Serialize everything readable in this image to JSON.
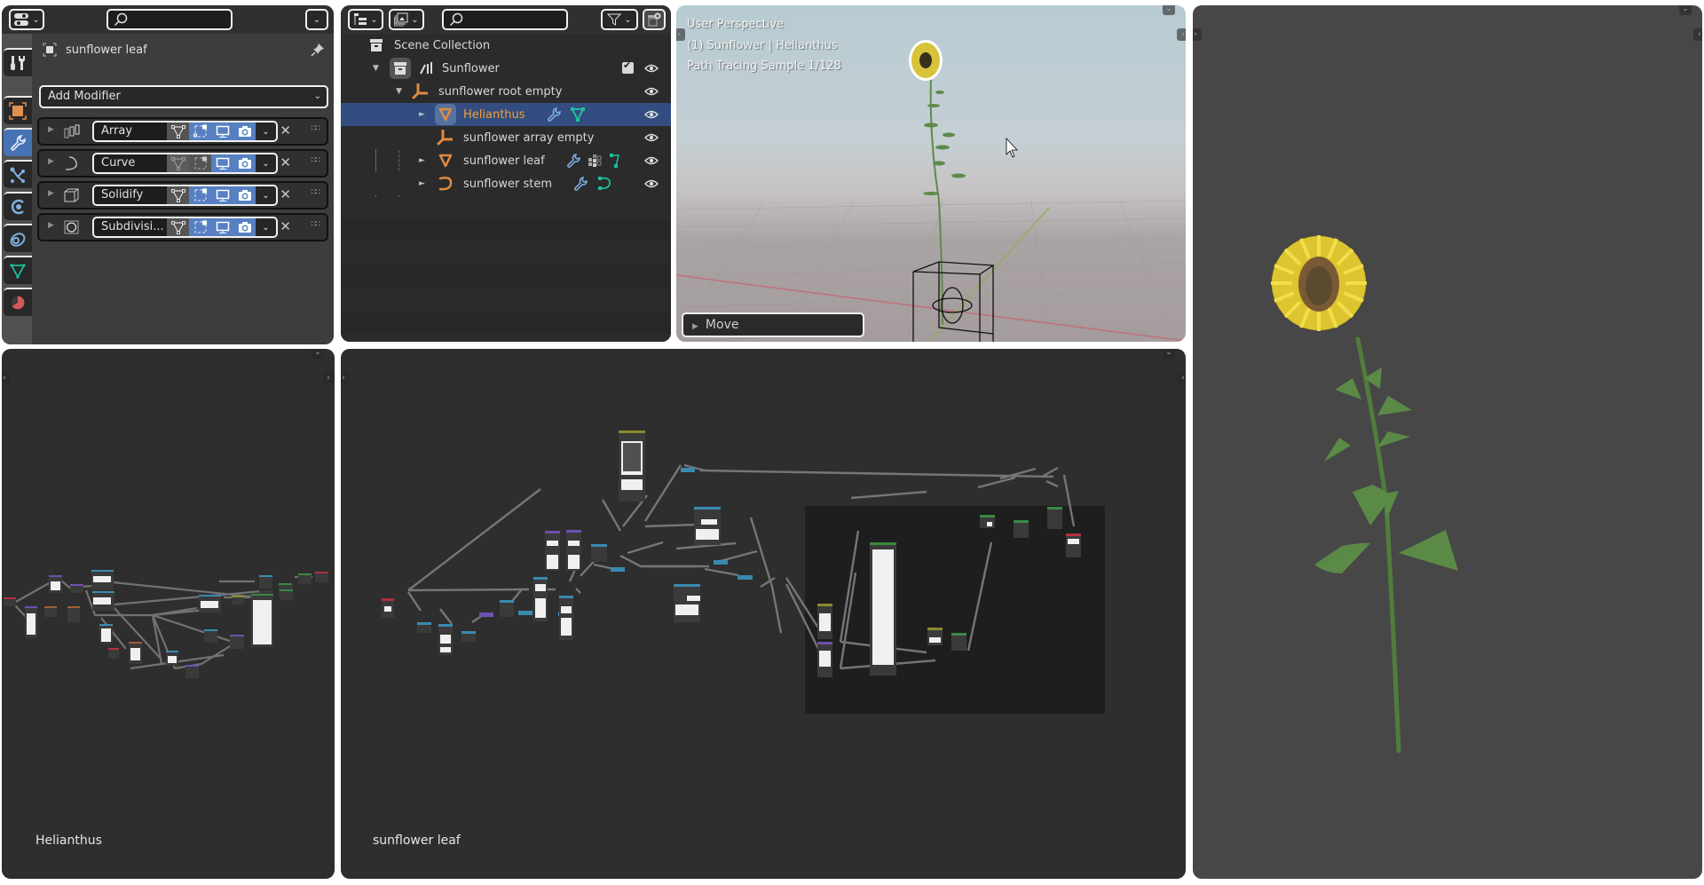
{
  "properties": {
    "editor_type_icon": "properties-editor-icon",
    "search_placeholder": "",
    "object_name": "sunflower leaf",
    "add_modifier_label": "Add Modifier",
    "tabs": [
      {
        "name": "tool",
        "icon": "tool-icon",
        "active": false
      },
      {
        "name": "object",
        "icon": "object-icon",
        "active": false
      },
      {
        "name": "modifiers",
        "icon": "wrench-icon",
        "active": true
      },
      {
        "name": "particles",
        "icon": "particles-icon",
        "active": false
      },
      {
        "name": "physics",
        "icon": "physics-icon",
        "active": false
      },
      {
        "name": "constraints",
        "icon": "constraints-icon",
        "active": false
      },
      {
        "name": "data",
        "icon": "mesh-data-icon",
        "active": false
      },
      {
        "name": "material",
        "icon": "material-icon",
        "active": false
      }
    ],
    "modifiers": [
      {
        "name": "Array",
        "icon": "array-modifier-icon",
        "edit_mode": false,
        "on_cage": true,
        "viewport": true,
        "render": true
      },
      {
        "name": "Curve",
        "icon": "curve-modifier-icon",
        "edit_mode": false,
        "on_cage": false,
        "viewport": true,
        "render": true
      },
      {
        "name": "Solidify",
        "icon": "solidify-modifier-icon",
        "edit_mode": false,
        "on_cage": true,
        "viewport": true,
        "render": true
      },
      {
        "name": "Subdivisi...",
        "icon": "subdivision-modifier-icon",
        "edit_mode": false,
        "on_cage": true,
        "viewport": true,
        "render": true
      }
    ]
  },
  "outliner": {
    "search_placeholder": "",
    "rows": [
      {
        "label": "Scene Collection",
        "depth": 0,
        "icon": "scene-collection-icon",
        "expand": "",
        "visible": null
      },
      {
        "label": "Sunflower",
        "depth": 1,
        "icon": "collection-icon",
        "expand": "▼",
        "visible": true,
        "checked": true
      },
      {
        "label": "sunflower root empty",
        "depth": 2,
        "icon": "empty-icon",
        "expand": "▼",
        "visible": true
      },
      {
        "label": "Helianthus",
        "depth": 3,
        "icon": "mesh-object-icon",
        "expand": "►",
        "visible": true,
        "selected": true,
        "extras": [
          "wrench-icon",
          "mesh-data-icon"
        ]
      },
      {
        "label": "sunflower array empty",
        "depth": 3,
        "icon": "empty-icon",
        "expand": "",
        "visible": true
      },
      {
        "label": "sunflower leaf",
        "depth": 3,
        "icon": "mesh-object-icon",
        "expand": "►",
        "visible": true,
        "extras": [
          "wrench-icon",
          "vertex-groups-icon",
          "mesh-data-icon"
        ]
      },
      {
        "label": "sunflower stem",
        "depth": 3,
        "icon": "curve-object-icon",
        "expand": "►",
        "visible": true,
        "extras": [
          "wrench-icon",
          "curve-data-icon"
        ]
      }
    ]
  },
  "viewport": {
    "line1": "User Perspective",
    "line2": "(1) Sunflower | Helianthus",
    "line3": "Path Tracing Sample 1/128",
    "last_operator": "Move"
  },
  "node_editors": [
    {
      "label": "Helianthus"
    },
    {
      "label": "sunflower leaf"
    }
  ],
  "colors": {
    "accent_blue": "#4772b3",
    "selected_row": "#334d80",
    "selected_text": "#f0a030",
    "object_orange": "#e08a40",
    "data_green": "#1dbf9a",
    "toggle_blue": "#5680c2"
  }
}
